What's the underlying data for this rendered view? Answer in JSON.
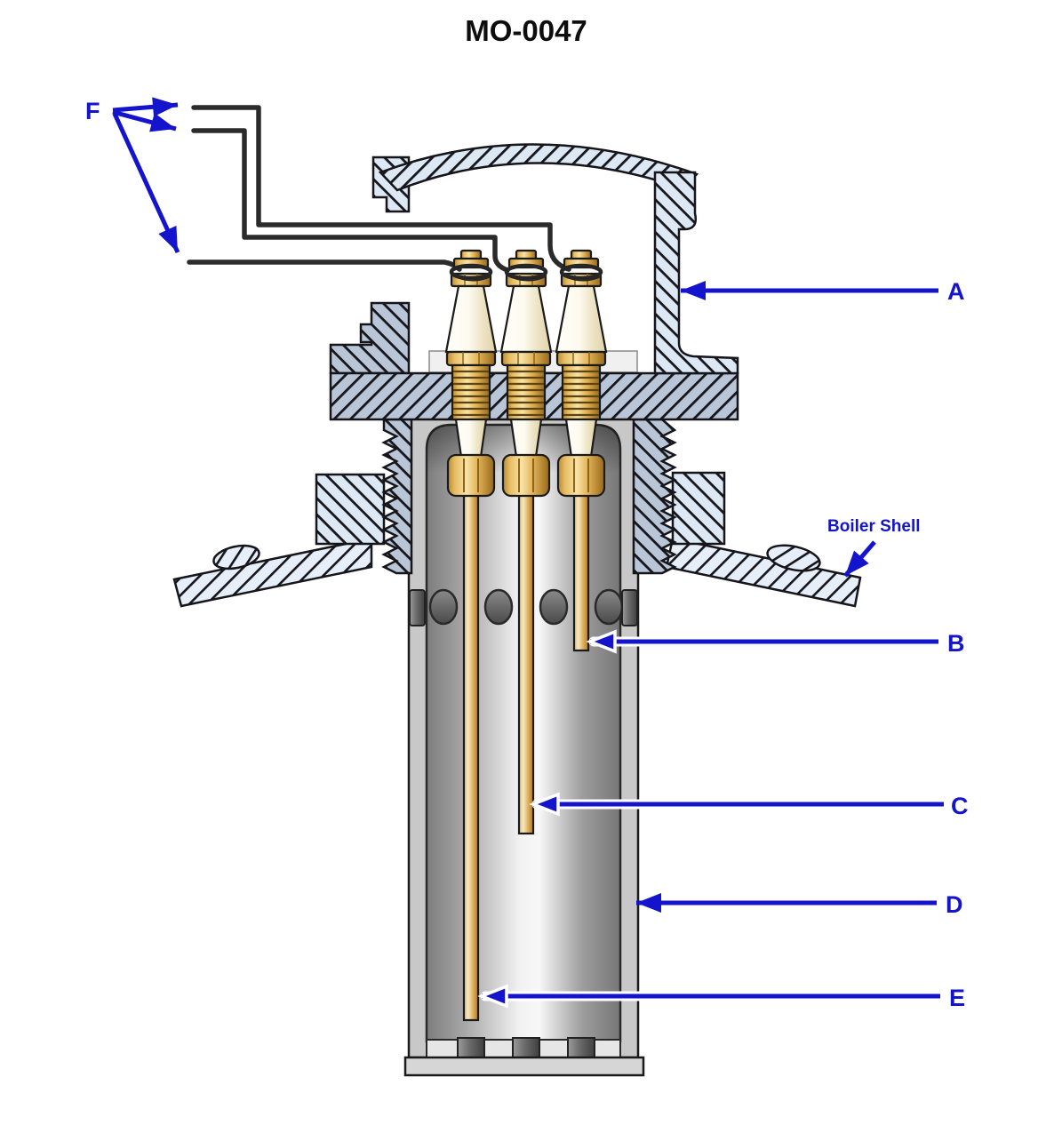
{
  "title": "MO-0047",
  "callouts": {
    "f": {
      "label": "F"
    },
    "a": {
      "label": "A"
    },
    "b": {
      "label": "B"
    },
    "c": {
      "label": "C"
    },
    "d": {
      "label": "D"
    },
    "e": {
      "label": "E"
    },
    "boiler_shell": {
      "label": "Boiler Shell"
    }
  },
  "colors": {
    "callout_blue": "#1414cc",
    "hatch_light_fill": "#dce8f4",
    "hatch_mid_fill": "#b9c6d8",
    "hatch_pale_fill": "#e6eefa",
    "hatch_line": "#15151a",
    "brass_mid": "#e7bd62",
    "ceramic": "#f7f1dd",
    "chamber_dark": "#7d7d7d",
    "chamber_light": "#f8f8f8",
    "wire_black": "#2b2b2b",
    "title_black": "#0d0d0d"
  }
}
